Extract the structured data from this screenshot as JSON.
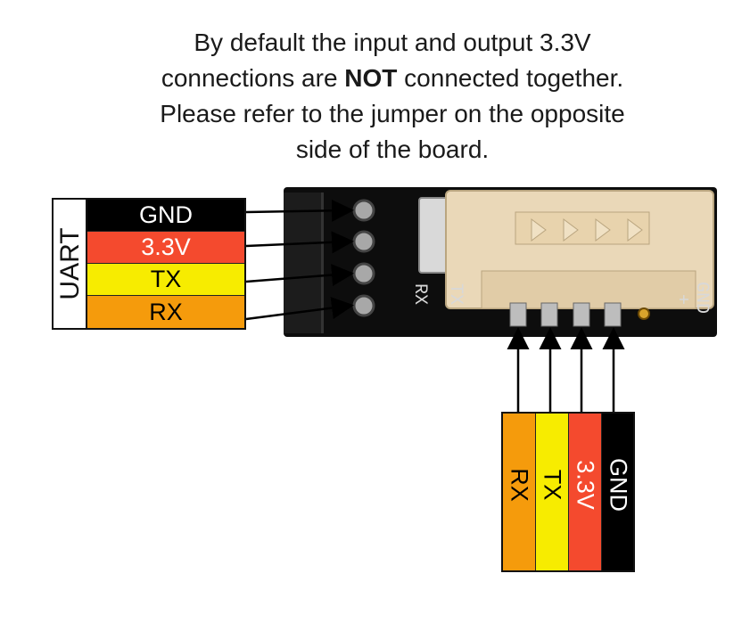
{
  "caption": {
    "line1": "By default the input and output 3.3V",
    "line2_pre": "connections are ",
    "line2_bold": "NOT",
    "line2_post": " connected together.",
    "line3": "Please refer to the jumper on the opposite",
    "line4": "side of the board."
  },
  "uart": {
    "label": "UART",
    "pins": [
      {
        "label": "GND",
        "color": "#000000",
        "text_color": "#ffffff"
      },
      {
        "label": "3.3V",
        "color": "#f44a2e",
        "text_color": "#ffffff"
      },
      {
        "label": "TX",
        "color": "#f7ec00",
        "text_color": "#000000"
      },
      {
        "label": "RX",
        "color": "#f59b0c",
        "text_color": "#000000"
      }
    ]
  },
  "bottom_header": {
    "pins": [
      {
        "label": "RX",
        "color": "#f59b0c",
        "text_color": "#000000"
      },
      {
        "label": "TX",
        "color": "#f7ec00",
        "text_color": "#000000"
      },
      {
        "label": "3.3V",
        "color": "#f44a2e",
        "text_color": "#ffffff"
      },
      {
        "label": "GND",
        "color": "#000000",
        "text_color": "#ffffff"
      }
    ]
  },
  "pcb_silkscreen": {
    "left": "RX",
    "mid": "TX",
    "right_top": "GND",
    "right_bottom": "+"
  },
  "colors": {
    "pcb": "#0d0d0d",
    "connector": "#ead8b8",
    "pin_metal": "#c9c9c9",
    "arrow": "#000000"
  }
}
